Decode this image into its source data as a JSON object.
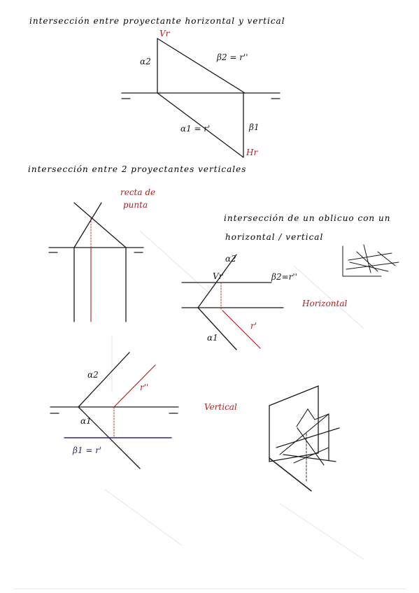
{
  "headings": {
    "h1": "intersección entre proyectante horizontal y vertical",
    "h2": "intersección entre 2 proyectantes verticales",
    "h3_line1": "intersección de un oblicuo con un",
    "h3_line2": "horizontal / vertical"
  },
  "fig1": {
    "vr": "Vr",
    "alpha2": "α2",
    "beta2": "β2 = r''",
    "alpha1": "α1 = r'",
    "beta1": "β1",
    "hr": "Hr"
  },
  "fig2": {
    "note_line1": "recta de",
    "note_line2": "punta"
  },
  "fig3": {
    "alpha2": "α2",
    "vr": "Vr",
    "beta2": "β2=r''",
    "r1": "r'",
    "alpha1": "α1",
    "title": "Horizontal"
  },
  "fig4": {
    "alpha2": "α2",
    "r2": "r''",
    "alpha1": "α1",
    "beta1": "β1 = r'",
    "title": "Vertical"
  },
  "colors": {
    "ink": "#1a1a1a",
    "red": "#b02020",
    "blue": "#2a2a7a"
  }
}
